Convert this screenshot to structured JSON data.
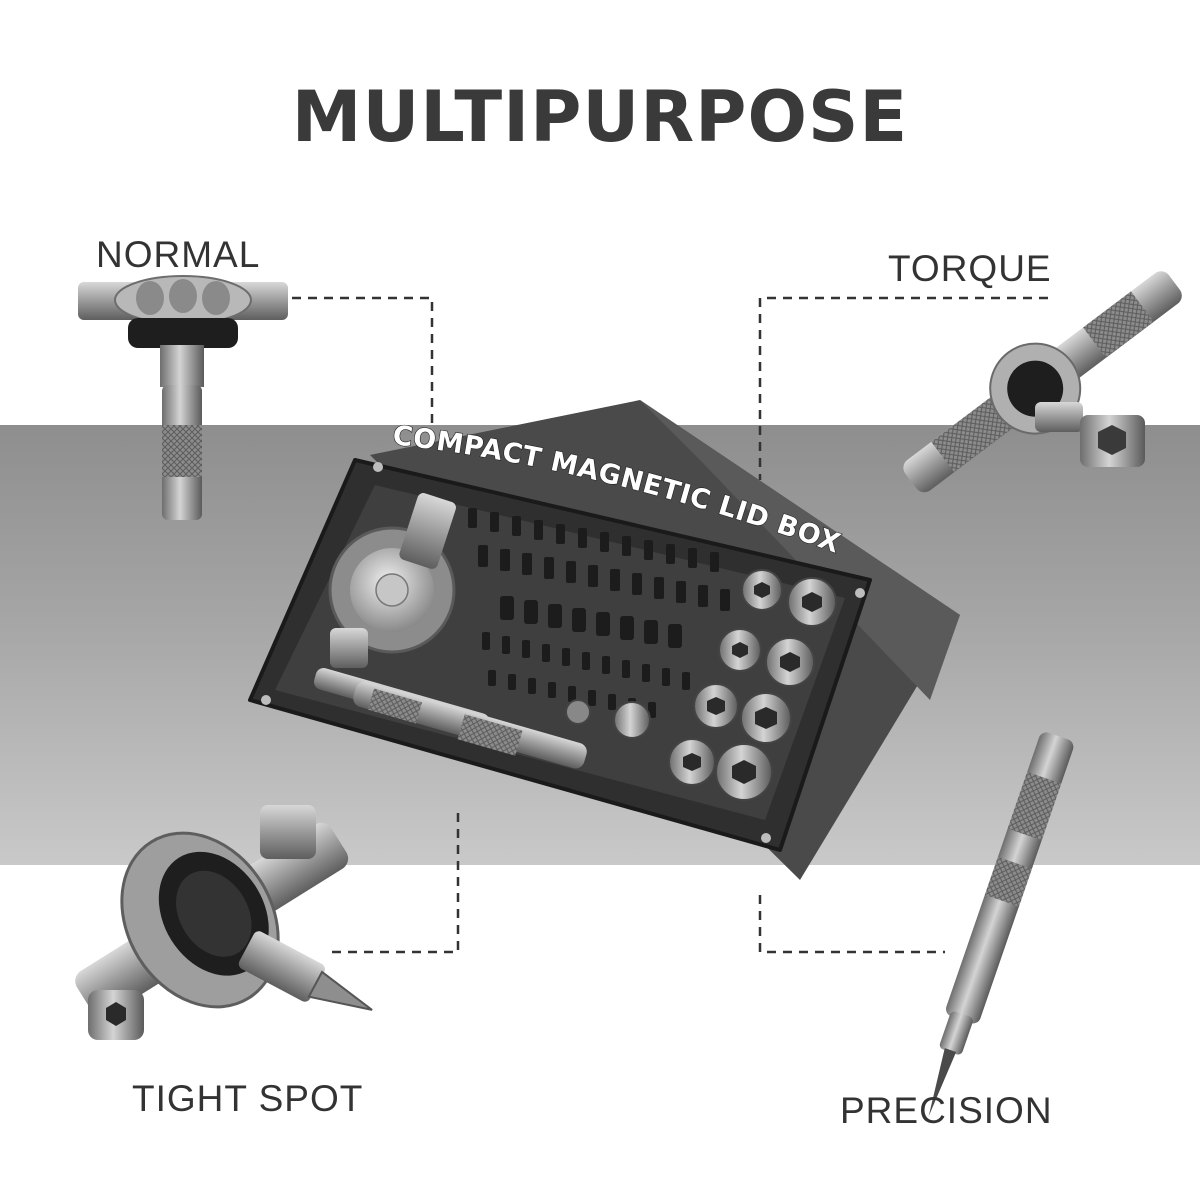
{
  "headline": "MULTIPURPOSE",
  "box_caption": "COMPACT MAGNETIC LID BOX",
  "modes": {
    "normal": "NORMAL",
    "torque": "TORQUE",
    "tight_spot": "TIGHT SPOT",
    "precision": "PRECISION"
  },
  "colors": {
    "text": "#333333",
    "band": "#a6a6a6",
    "case": "#3c3c3c",
    "metal": "#9a9a9a"
  }
}
